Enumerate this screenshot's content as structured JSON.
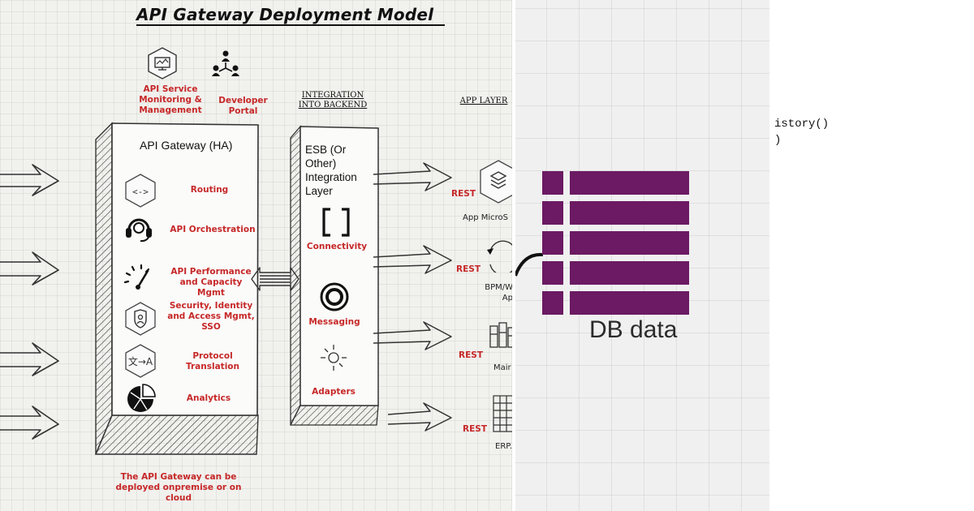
{
  "diagram": {
    "title": "API Gateway Deployment Model",
    "top_items": [
      {
        "label": "API Service\nMonitoring &\nManagement",
        "icon": "monitor-icon"
      },
      {
        "label": "Developer Portal",
        "icon": "developers-icon"
      }
    ],
    "headers": {
      "integration": "INTEGRATION\nINTO BACKEND",
      "app_layer": "APP LAYER"
    },
    "gateway": {
      "title": "API Gateway (HA)",
      "features": [
        {
          "label": "Routing",
          "icon": "routing-icon"
        },
        {
          "label": "API Orchestration",
          "icon": "headset-icon"
        },
        {
          "label": "API Performance\nand Capacity Mgmt",
          "icon": "gauge-icon"
        },
        {
          "label": "Security, Identity\nand Access Mgmt,\nSSO",
          "icon": "shield-user-icon"
        },
        {
          "label": "Protocol\nTranslation",
          "icon": "translate-icon"
        },
        {
          "label": "Analytics",
          "icon": "pie-chart-icon"
        }
      ],
      "footnote": "The API Gateway can be\ndeployed onpremise or on\ncloud"
    },
    "esb": {
      "title": "ESB (Or\nOther)\nIntegration\nLayer",
      "features": [
        {
          "label": "Connectivity",
          "icon": "brackets-icon"
        },
        {
          "label": "Messaging",
          "icon": "ring-icon"
        },
        {
          "label": "Adapters",
          "icon": "sun-icon"
        }
      ]
    },
    "rest_label": "REST",
    "apps": [
      "App MicroS",
      "BPM/W\nAp",
      "Mair",
      "ERP."
    ]
  },
  "db": {
    "label": "DB data",
    "color": "#6b1a63"
  },
  "code_fragment": {
    "lines": [
      "istory()",
      ")"
    ]
  }
}
